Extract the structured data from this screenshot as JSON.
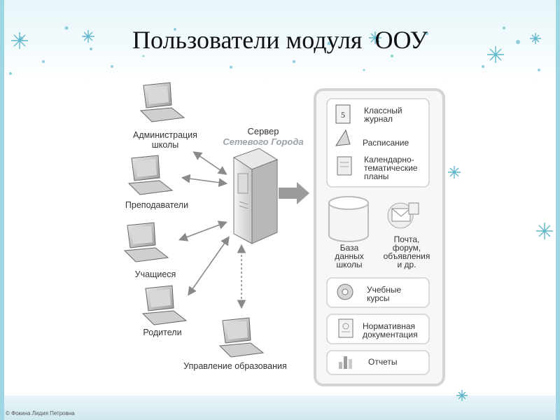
{
  "slide": {
    "title": "Пользователи модуля  ООУ",
    "footer": "© Фокина Лидия Петровна"
  },
  "diagram": {
    "server": {
      "label": "Сервер",
      "sublabel": "Сетевого Города"
    },
    "users": [
      {
        "label_line1": "Администрация",
        "label_line2": "школы"
      },
      {
        "label_line1": "Преподаватели",
        "label_line2": ""
      },
      {
        "label_line1": "Учащиеся",
        "label_line2": ""
      },
      {
        "label_line1": "Родители",
        "label_line2": ""
      },
      {
        "label_line1": "Управление образования",
        "label_line2": ""
      }
    ],
    "modules": {
      "journal": {
        "line1": "Классный",
        "line2": "журнал",
        "icon_text": "5"
      },
      "schedule": {
        "line1": "Расписание"
      },
      "plans": {
        "line1": "Календарно-",
        "line2": "тематические",
        "line3": "планы"
      },
      "database": {
        "line1": "База",
        "line2": "данных",
        "line3": "школы"
      },
      "mail": {
        "line1": "Почта,",
        "line2": "форум,",
        "line3": "объявления",
        "line4": "и др."
      },
      "courses": {
        "line1": "Учебные",
        "line2": "курсы"
      },
      "docs": {
        "line1": "Нормативная",
        "line2": "документация"
      },
      "reports": {
        "line1": "Отчеты"
      }
    }
  }
}
